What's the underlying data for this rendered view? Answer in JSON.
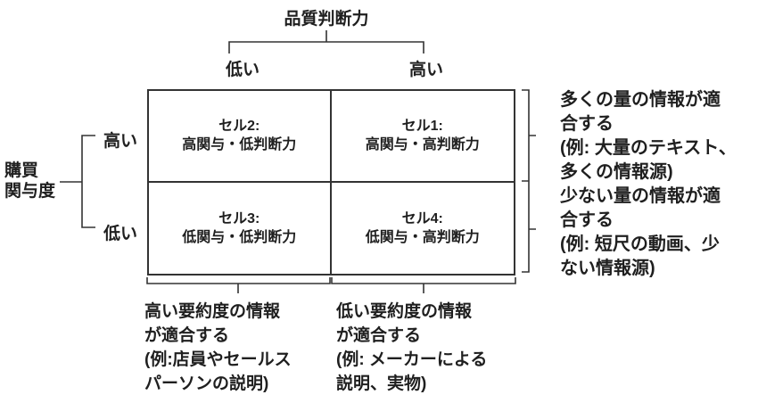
{
  "top_axis": {
    "title": "品質判断力",
    "col_left": "低い",
    "col_right": "高い"
  },
  "left_axis": {
    "title_line1": "購買",
    "title_line2": "関与度",
    "row_top": "高い",
    "row_bottom": "低い"
  },
  "cells": {
    "top_left": {
      "line1": "セル2:",
      "line2": "高関与・低判断力"
    },
    "top_right": {
      "line1": "セル1:",
      "line2": "高関与・高判断力"
    },
    "bottom_left": {
      "line1": "セル3:",
      "line2": "低関与・低判断力"
    },
    "bottom_right": {
      "line1": "セル4:",
      "line2": "低関与・高判断力"
    }
  },
  "right_annotations": {
    "top": {
      "lines": [
        "多くの量の情報が適",
        "合する",
        "(例: 大量のテキスト、",
        "多くの情報源)"
      ]
    },
    "bottom": {
      "lines": [
        "少ない量の情報が適",
        "合する",
        "(例: 短尺の動画、少",
        "ない情報源)"
      ]
    }
  },
  "bottom_annotations": {
    "left": {
      "lines": [
        "高い要約度の情報",
        "が適合する",
        "(例:店員やセールス",
        "パーソンの説明)"
      ]
    },
    "right": {
      "lines": [
        "低い要約度の情報",
        "が適合する",
        "(例: メーカーによる",
        "説明、実物)"
      ]
    }
  },
  "colors": {
    "text": "#1f1f1f",
    "line": "#333333",
    "background": "#ffffff"
  }
}
